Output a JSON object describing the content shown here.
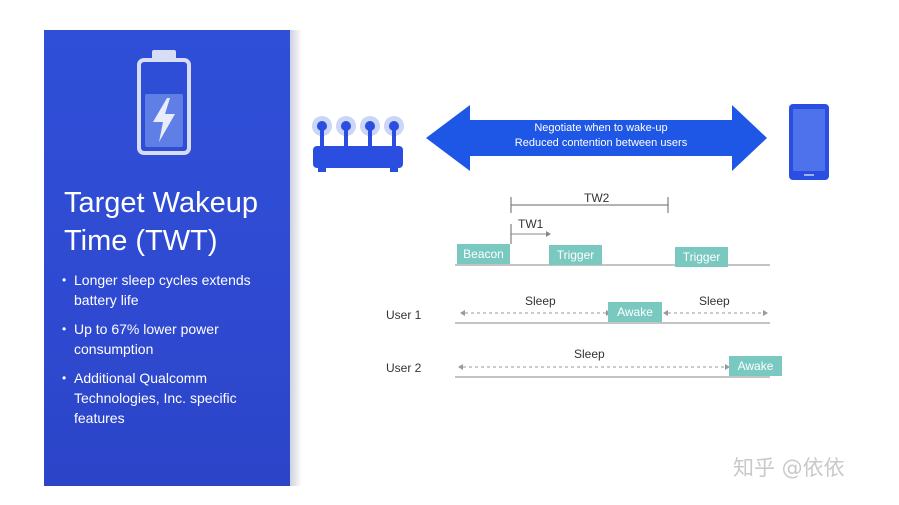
{
  "slide": {
    "title": "Target Wakeup Time (TWT)",
    "bullets": [
      "Longer sleep cycles extends battery life",
      "Up to 67% lower power consumption",
      "Additional Qualcomm Technologies, Inc. specific features"
    ],
    "panel_color": "#2f4fd8",
    "battery_icon": "battery-charging-icon"
  },
  "diagram": {
    "router_icon": "wifi-router-icon",
    "phone_icon": "smartphone-icon",
    "arrow_line_1": "Negotiate when to wake-up",
    "arrow_line_2": "Reduced contention between users",
    "arrow_color": "#1e56e6",
    "tw2_label": "TW2",
    "tw1_label": "TW1",
    "timeline_boxes": [
      "Beacon",
      "Trigger",
      "Trigger"
    ],
    "box_color": "#79c9c1",
    "user1": {
      "label": "User 1",
      "sleep_1": "Sleep",
      "awake": "Awake",
      "sleep_2": "Sleep"
    },
    "user2": {
      "label": "User 2",
      "sleep": "Sleep",
      "awake": "Awake"
    }
  },
  "watermark": "知乎 @依依"
}
